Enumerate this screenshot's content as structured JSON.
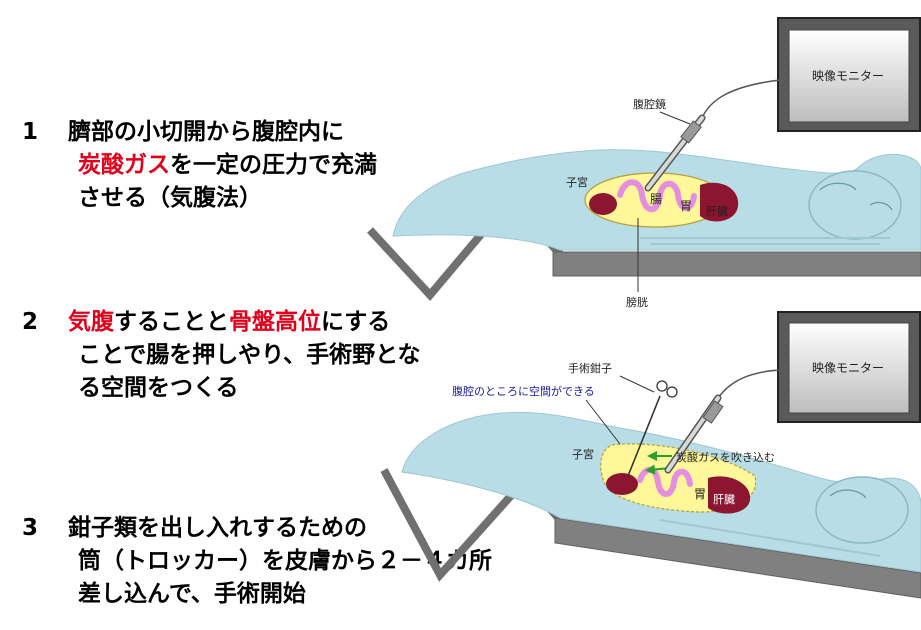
{
  "steps": [
    {
      "number": "1",
      "lines": [
        [
          "臍部の小切開から腹腔内に"
        ],
        [
          "炭酸ガス",
          "を一定の圧力で充満"
        ],
        [
          "させる（気腹法）"
        ]
      ]
    },
    {
      "number": "2",
      "lines": [
        [
          "気腹",
          "すること",
          "と",
          "骨盤高位",
          "にする"
        ],
        [
          "ことで腸を押しやり、手術野とな"
        ],
        [
          "る空間をつくる"
        ]
      ]
    },
    {
      "number": "3",
      "lines": [
        [
          "鉗子類を出し入れするための"
        ],
        [
          "筒（トロッカー）を皮膚から２－４カ所"
        ],
        [
          "差し込んで、手術開始"
        ]
      ]
    }
  ],
  "diagram_top": {
    "monitor_label": "映像モニター",
    "scope_label": "腹腔鏡",
    "uterus_label": "子宮",
    "intestine_label": "腸",
    "stomach_label": "胃",
    "liver_label": "肝臓",
    "bladder_label": "膀胱"
  },
  "diagram_bottom": {
    "monitor_label": "映像モニター",
    "forceps_label": "手術鉗子",
    "space_label": "腹腔のところに空間ができる",
    "gas_label": "炭酸ガスを吹き込む",
    "uterus_label": "子宮",
    "stomach_label": "胃",
    "liver_label": "肝臓"
  },
  "colors": {
    "accent_red": "#e0001b",
    "body": "#b9dde6",
    "cavity": "#fff79a",
    "intestine": "#e48ee0",
    "organ": "#8c1630",
    "table": "#808080",
    "gas_arrow": "#2c9d2c",
    "space_label": "#1a1a9a"
  }
}
